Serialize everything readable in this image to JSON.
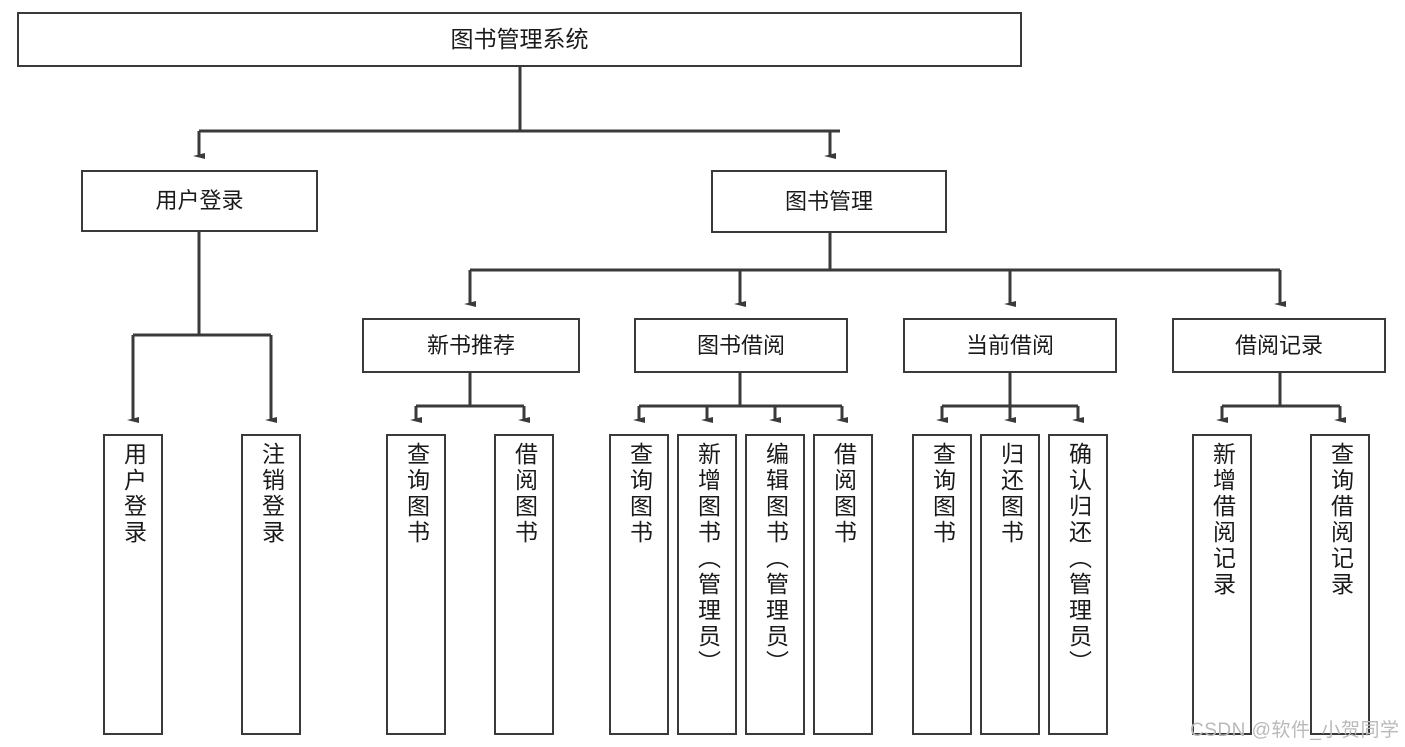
{
  "diagram": {
    "title": "图书管理系统",
    "type": "hierarchy-tree",
    "levels": 4,
    "colors": {
      "box_border": "#3a3a3a",
      "box_fill": "#ffffff",
      "line": "#3a3a3a",
      "text": "#1a1a1a",
      "watermark": "#b9b9b9"
    },
    "nodes": {
      "root": {
        "label": "图书管理系统"
      },
      "level2": [
        {
          "label": "用户登录"
        },
        {
          "label": "图书管理"
        }
      ],
      "level3": [
        {
          "label": "新书推荐"
        },
        {
          "label": "图书借阅"
        },
        {
          "label": "当前借阅"
        },
        {
          "label": "借阅记录"
        }
      ],
      "leaves_user_login": [
        {
          "label": "用户登录"
        },
        {
          "label": "注销登录"
        }
      ],
      "leaves_new_book": [
        {
          "label": "查询图书"
        },
        {
          "label": "借阅图书"
        }
      ],
      "leaves_borrow": [
        {
          "label": "查询图书"
        },
        {
          "label": "新增图书（管理员）"
        },
        {
          "label": "编辑图书（管理员）"
        },
        {
          "label": "借阅图书"
        }
      ],
      "leaves_current": [
        {
          "label": "查询图书"
        },
        {
          "label": "归还图书"
        },
        {
          "label": "确认归还（管理员）"
        }
      ],
      "leaves_record": [
        {
          "label": "新增借阅记录"
        },
        {
          "label": "查询借阅记录"
        }
      ]
    }
  },
  "watermark": {
    "text": "CSDN @软件_小贺同学"
  }
}
